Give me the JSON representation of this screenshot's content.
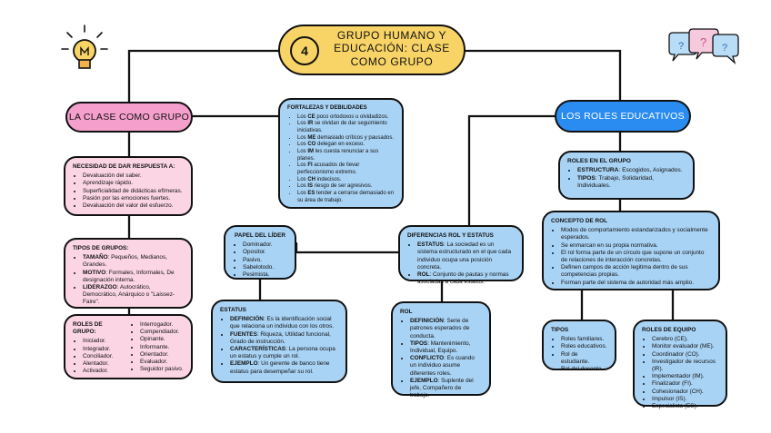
{
  "title": {
    "number": "4",
    "text": "GRUPO HUMANO Y EDUCACIÓN: CLASE COMO GRUPO"
  },
  "left_heading": "LA CLASE COMO GRUPO",
  "right_heading": "LOS ROLES EDUCATIVOS",
  "necesidad": {
    "header": "NECESIDAD DE DAR RESPUESTA A:",
    "items": [
      "Devaluación del saber.",
      "Aprendizaje rápido.",
      "Superficialidad de didácticas efímeras.",
      "Pasión por las emociones fuertes.",
      "Devaluación del valor del esfuerzo."
    ]
  },
  "tipos_grupos": {
    "header": "TIPOS DE GRUPOS:",
    "items": [
      {
        "k": "TAMAÑO",
        "v": ": Pequeños, Medianos, Grandes."
      },
      {
        "k": "MOTIVO",
        "v": ": Formales, Informales, De designación interna."
      },
      {
        "k": "LIDERAZGO",
        "v": ": Autocrático, Democrático, Anárquico o \"Laissez-Faire\"."
      }
    ]
  },
  "roles_grupo_left": {
    "header": "ROLES DE GRUPO:",
    "col1": [
      "Iniciador.",
      "Integrador.",
      "Conciliador.",
      "Alentador.",
      "Activador."
    ],
    "col2": [
      "Interrogador.",
      "Compendiador.",
      "Opinante.",
      "Informante.",
      "Orientador.",
      "Evaluador.",
      "Seguidor pasivo."
    ]
  },
  "fortalezas": {
    "header": "FORTALEZAS Y DEBILIDADES",
    "items": [
      {
        "k": "CE",
        "v": " poco ortodoxos u olvidadizos."
      },
      {
        "k": "IR",
        "v": " se olvidan de dar seguimiento iniciativas."
      },
      {
        "k": "ME",
        "v": " demasiado críticos y pausados."
      },
      {
        "k": "CO",
        "v": " delegan en exceso."
      },
      {
        "k": "IM",
        "v": " les cuesta renunciar a sus planes."
      },
      {
        "k": "FI",
        "v": " acusados de llevar perfeccionismo extremo."
      },
      {
        "k": "CH",
        "v": " indecisos."
      },
      {
        "k": "IS",
        "v": " riesgo de ser agresivos."
      },
      {
        "k": "ES",
        "v": " tender a cerrarse demasiado en su área de trabajo."
      }
    ],
    "prefix": "Los "
  },
  "papel_lider": {
    "header": "PAPEL DEL LÍDER",
    "items": [
      "Dominador.",
      "Opositor.",
      "Pasivo.",
      "Sabelotodo.",
      "Pesimista."
    ]
  },
  "diferencias": {
    "header": "DIFERENCIAS ROL Y ESTATUS",
    "items": [
      {
        "k": "ESTATUS",
        "v": ": La sociedad es un sistema estructurado en el que cada individuo ocupa una posición concreta."
      },
      {
        "k": "ROL",
        "v": ": Conjunto de pautas y normas asociadas a cada estatus."
      }
    ]
  },
  "estatus": {
    "header": "ESTATUS",
    "items": [
      {
        "k": "DEFINICIÓN",
        "v": ": Es la identificación social que relaciona un individuo con los otros."
      },
      {
        "k": "FUENTES",
        "v": ": Riqueza, Utilidad funcional, Grado de instrucción."
      },
      {
        "k": "CARACTERÍSTICAS",
        "v": ": La persona ocupa un estatus y cumple un rol."
      },
      {
        "k": "EJEMPLO",
        "v": ": Un gerente de banco tiene estatus para desempeñar su rol."
      }
    ]
  },
  "rol": {
    "header": "ROL",
    "items": [
      {
        "k": "DEFINICIÓN",
        "v": ": Serie de patrones esperados de conducta."
      },
      {
        "k": "TIPOS",
        "v": ": Mantenimiento, Individual, Equipo."
      },
      {
        "k": "CONFLICTO",
        "v": ": Es cuando un individuo asume diferentes roles."
      },
      {
        "k": "EJEMPLO",
        "v": ": Suplente del jefe, Compañero de trabajo."
      }
    ]
  },
  "roles_en_grupo": {
    "header": "ROLES EN EL GRUPO",
    "items": [
      {
        "k": "ESTRUCTURA",
        "v": ": Escogidos, Asignados."
      },
      {
        "k": "TIPOS",
        "v": ": Trabajo, Solidaridad, Individuales."
      }
    ]
  },
  "concepto_rol": {
    "header": "CONCEPTO DE ROL",
    "items": [
      "Modos de comportamiento estandarizados y socialmente esperados.",
      "Se enmarcan en su propia normativa.",
      "El rol forma parte de un círculo que supone un conjunto de relaciones de interacción concretas.",
      "Definen campos de acción legitima dentro de sus competencias propias.",
      "Forman parte del sistema de autoridad más amplio."
    ]
  },
  "tipos_right": {
    "header": "TIPOS",
    "items": [
      "Roles familiares.",
      "Roles educativos.",
      "Rol de estudiante.",
      "Rol del docente."
    ]
  },
  "roles_equipo": {
    "header": "ROLES DE EQUIPO",
    "items": [
      "Cerebro (CE).",
      "Monitor evaluador (ME).",
      "Coordinador (CO).",
      "Investigador de recursos (IR).",
      "Implementador (IM).",
      "Finalizador (FI).",
      "Cohesionador (CH).",
      "Impulsor (IS).",
      "Especialista (ES)."
    ]
  },
  "bubble_marks": [
    "?",
    "?",
    "?"
  ],
  "colors": {
    "pink": "#fbd5e4",
    "blue": "#a9d3f5",
    "title": "#f8d365",
    "left_heading": "#f59fcc",
    "right_heading": "#2a8cf0"
  }
}
